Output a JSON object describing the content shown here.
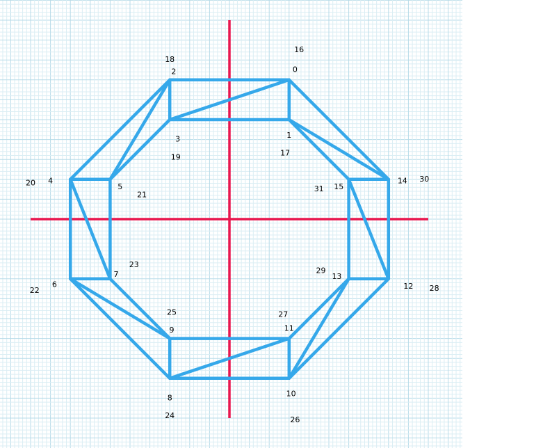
{
  "colors": {
    "background": "#ffffff",
    "grid_minor": "#dbeef4",
    "grid_major": "#b7dbe8",
    "axes": "#e8174f",
    "edges": "#35a8ea"
  },
  "diagram": {
    "grid_units": {
      "x": [
        -11.5,
        11.5
      ],
      "y": [
        -11.5,
        11.5
      ]
    },
    "outer_vertices": [
      {
        "id": 0,
        "x": 3,
        "y": 7
      },
      {
        "id": 2,
        "x": -3,
        "y": 7
      },
      {
        "id": 4,
        "x": -8,
        "y": 2
      },
      {
        "id": 6,
        "x": -8,
        "y": -3
      },
      {
        "id": 8,
        "x": -3,
        "y": -8
      },
      {
        "id": 10,
        "x": 3,
        "y": -8
      },
      {
        "id": 12,
        "x": 8,
        "y": -3
      },
      {
        "id": 14,
        "x": 8,
        "y": 2
      }
    ],
    "inner_vertices": [
      {
        "id": 1,
        "x": 3,
        "y": 5
      },
      {
        "id": 3,
        "x": -3,
        "y": 5
      },
      {
        "id": 5,
        "x": -6,
        "y": 2
      },
      {
        "id": 7,
        "x": -6,
        "y": -3
      },
      {
        "id": 9,
        "x": -3,
        "y": -6
      },
      {
        "id": 11,
        "x": 3,
        "y": -6
      },
      {
        "id": 13,
        "x": 6,
        "y": -3
      },
      {
        "id": 15,
        "x": 6,
        "y": 2
      }
    ],
    "edges": [
      [
        0,
        2
      ],
      [
        2,
        4
      ],
      [
        4,
        6
      ],
      [
        6,
        8
      ],
      [
        8,
        10
      ],
      [
        10,
        12
      ],
      [
        12,
        14
      ],
      [
        14,
        0
      ],
      [
        1,
        3
      ],
      [
        3,
        5
      ],
      [
        5,
        7
      ],
      [
        7,
        9
      ],
      [
        9,
        11
      ],
      [
        11,
        13
      ],
      [
        13,
        15
      ],
      [
        15,
        1
      ],
      [
        0,
        1
      ],
      [
        2,
        3
      ],
      [
        4,
        5
      ],
      [
        6,
        7
      ],
      [
        8,
        9
      ],
      [
        10,
        11
      ],
      [
        12,
        13
      ],
      [
        14,
        15
      ],
      [
        0,
        3
      ],
      [
        2,
        5
      ],
      [
        4,
        7
      ],
      [
        6,
        9
      ],
      [
        8,
        11
      ],
      [
        10,
        13
      ],
      [
        12,
        15
      ],
      [
        14,
        1
      ]
    ],
    "labels": [
      {
        "text": "0",
        "x": 3.3,
        "y": 7.5
      },
      {
        "text": "16",
        "x": 3.5,
        "y": 8.5
      },
      {
        "text": "1",
        "x": 3.0,
        "y": 4.2
      },
      {
        "text": "17",
        "x": 2.8,
        "y": 3.3
      },
      {
        "text": "2",
        "x": -2.8,
        "y": 7.4
      },
      {
        "text": "18",
        "x": -3.0,
        "y": 8.0
      },
      {
        "text": "3",
        "x": -2.6,
        "y": 4.0
      },
      {
        "text": "19",
        "x": -2.7,
        "y": 3.1
      },
      {
        "text": "4",
        "x": -9.0,
        "y": 1.9
      },
      {
        "text": "20",
        "x": -10.0,
        "y": 1.8
      },
      {
        "text": "5",
        "x": -5.5,
        "y": 1.6
      },
      {
        "text": "21",
        "x": -4.4,
        "y": 1.2
      },
      {
        "text": "6",
        "x": -8.8,
        "y": -3.3
      },
      {
        "text": "22",
        "x": -9.8,
        "y": -3.6
      },
      {
        "text": "7",
        "x": -5.7,
        "y": -2.8
      },
      {
        "text": "23",
        "x": -4.8,
        "y": -2.3
      },
      {
        "text": "8",
        "x": -3.0,
        "y": -9.0
      },
      {
        "text": "24",
        "x": -3.0,
        "y": -9.9
      },
      {
        "text": "9",
        "x": -2.9,
        "y": -5.6
      },
      {
        "text": "25",
        "x": -2.9,
        "y": -4.7
      },
      {
        "text": "10",
        "x": 3.1,
        "y": -8.8
      },
      {
        "text": "26",
        "x": 3.3,
        "y": -10.1
      },
      {
        "text": "11",
        "x": 3.0,
        "y": -5.5
      },
      {
        "text": "27",
        "x": 2.7,
        "y": -4.8
      },
      {
        "text": "12",
        "x": 9.0,
        "y": -3.4
      },
      {
        "text": "28",
        "x": 10.3,
        "y": -3.5
      },
      {
        "text": "13",
        "x": 5.4,
        "y": -2.9
      },
      {
        "text": "29",
        "x": 4.6,
        "y": -2.6
      },
      {
        "text": "14",
        "x": 8.7,
        "y": 1.9
      },
      {
        "text": "30",
        "x": 9.8,
        "y": 2.0
      },
      {
        "text": "15",
        "x": 5.5,
        "y": 1.6
      },
      {
        "text": "31",
        "x": 4.5,
        "y": 1.5
      }
    ]
  }
}
